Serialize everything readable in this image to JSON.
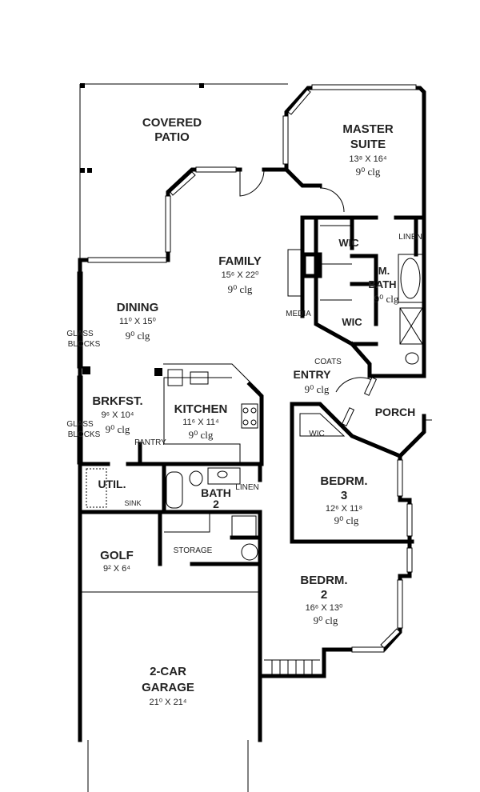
{
  "plan": {
    "rooms": {
      "covered_patio": {
        "line1": "COVERED",
        "line2": "PATIO"
      },
      "master_suite": {
        "line1": "MASTER",
        "line2": "SUITE",
        "dims": "13⁸ X 16⁴",
        "clg": "9⁰ clg"
      },
      "wic_master": {
        "label": "WIC"
      },
      "linen_master": {
        "label": "LINEN"
      },
      "master_bath": {
        "line1": "M.",
        "line2": "BATH",
        "clg": "9⁰ clg"
      },
      "family": {
        "label": "FAMILY",
        "dims": "15⁶ X 22⁰",
        "clg": "9⁰ clg"
      },
      "media": {
        "label": "MEDIA"
      },
      "wic_lower": {
        "label": "WIC"
      },
      "dining": {
        "label": "DINING",
        "dims": "11⁰ X 15⁰",
        "clg": "9⁰ clg"
      },
      "glass_blocks_upper": {
        "line1": "GLASS",
        "line2": "BLOCKS"
      },
      "glass_blocks_lower": {
        "line1": "GLASS",
        "line2": "BLOCKS"
      },
      "coats": {
        "label": "COATS"
      },
      "entry": {
        "label": "ENTRY",
        "clg": "9⁰ clg"
      },
      "porch": {
        "label": "PORCH"
      },
      "wic_entry": {
        "label": "WIC"
      },
      "breakfast": {
        "label": "BRKFST.",
        "dims": "9⁶ X 10⁴",
        "clg": "9⁰ clg"
      },
      "kitchen": {
        "label": "KITCHEN",
        "dims": "11⁶ X 11⁴",
        "clg": "9⁰ clg"
      },
      "pantry": {
        "label": "PANTRY"
      },
      "utility": {
        "label": "UTIL."
      },
      "sink": {
        "label": "SINK"
      },
      "bath2": {
        "line1": "BATH",
        "line2": "2"
      },
      "linen_bath2": {
        "label": "LINEN"
      },
      "bedroom3": {
        "line1": "BEDRM.",
        "line2": "3",
        "dims": "12⁶ X 11⁸",
        "clg": "9⁰ clg"
      },
      "golf": {
        "label": "GOLF",
        "dims": "9² X 6⁴"
      },
      "storage": {
        "label": "STORAGE"
      },
      "bedroom2": {
        "line1": "BEDRM.",
        "line2": "2",
        "dims": "16⁶ X 13⁰",
        "clg": "9⁰ clg"
      },
      "garage": {
        "line1": "2-CAR",
        "line2": "GARAGE",
        "dims": "21⁰ X 21⁴"
      }
    }
  }
}
